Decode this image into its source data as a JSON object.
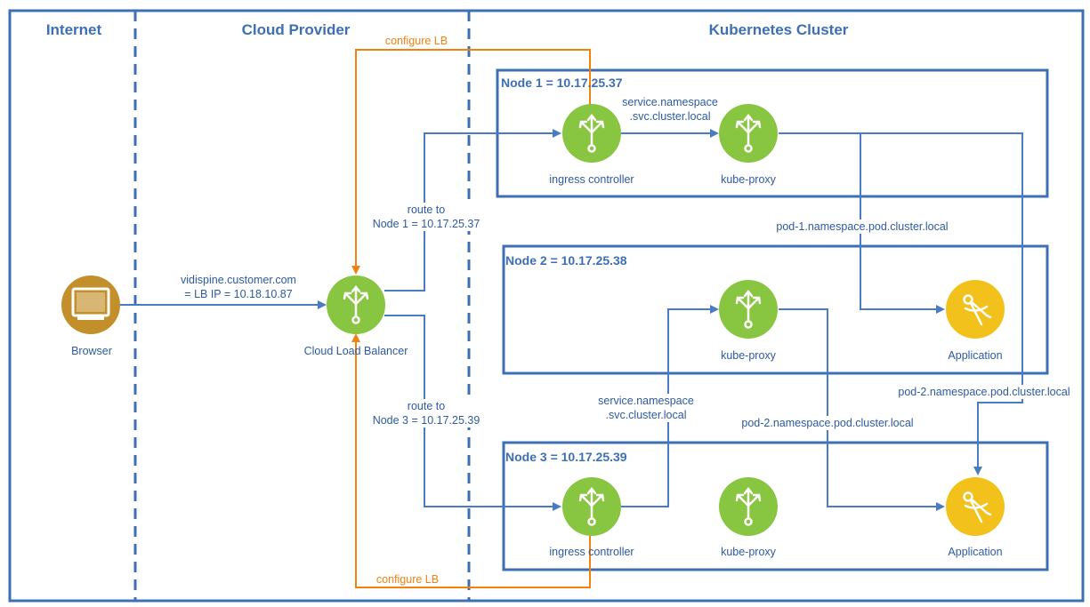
{
  "zones": {
    "internet": "Internet",
    "cloud_provider": "Cloud Provider",
    "kubernetes_cluster": "Kubernetes Cluster"
  },
  "nodes": {
    "node1": "Node 1 = 10.17.25.37",
    "node2": "Node 2 = 10.17.25.38",
    "node3": "Node 3 = 10.17.25.39"
  },
  "components": {
    "browser": "Browser",
    "cloud_lb": "Cloud Load Balancer",
    "ingress1": "ingress controller",
    "kubeproxy1": "kube-proxy",
    "kubeproxy2": "kube-proxy",
    "app2": "Application",
    "ingress3": "ingress controller",
    "kubeproxy3": "kube-proxy",
    "app3": "Application"
  },
  "edges": {
    "browser_to_lb_line1": "vidispine.customer.com",
    "browser_to_lb_line2": "= LB IP = 10.18.10.87",
    "route1_line1": "route to",
    "route1_line2": "Node 1 = 10.17.25.37",
    "route3_line1": "route to",
    "route3_line2": "Node 3 = 10.17.25.39",
    "svc1_line1": "service.namespace",
    "svc1_line2": ".svc.cluster.local",
    "svc3_line1": "service.namespace",
    "svc3_line2": ".svc.cluster.local",
    "pod1": "pod-1.namespace.pod.cluster.local",
    "pod2_a": "pod-2.namespace.pod.cluster.local",
    "pod2_b": "pod-2.namespace.pod.cluster.local",
    "configure_lb_top": "configure LB",
    "configure_lb_bottom": "configure LB"
  },
  "colors": {
    "frame": "#3e6fb5",
    "flow": "#4a7cc4",
    "configure": "#f08210",
    "network_icon": "#88c540",
    "app_icon": "#f2c11b",
    "browser_icon": "#c38f2a"
  },
  "icons": {
    "browser": "monitor-icon",
    "network": "network-split-icon",
    "application": "compass-icon"
  }
}
